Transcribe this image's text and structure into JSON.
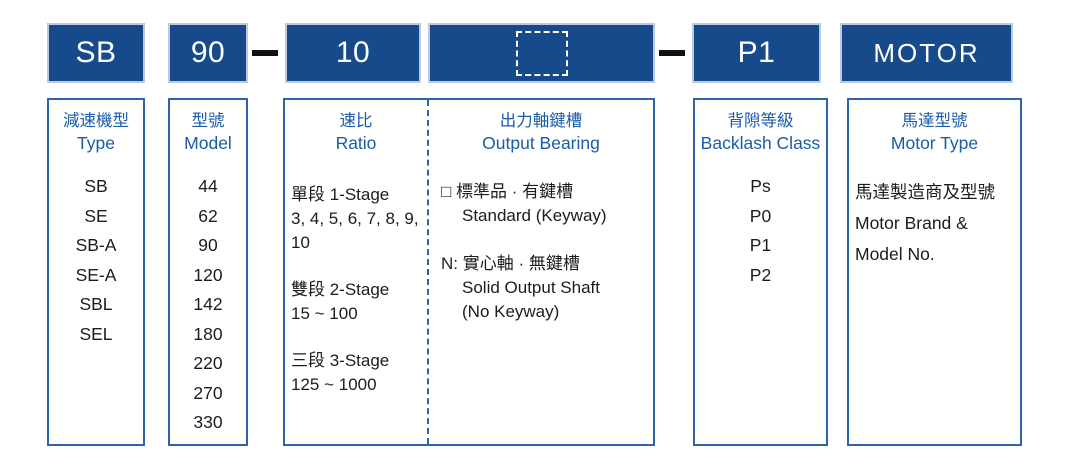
{
  "code": {
    "type": "SB",
    "model": "90",
    "separator": "–",
    "ratio": "10",
    "backlash": "P1",
    "motor": "MOTOR"
  },
  "columns": {
    "type": {
      "title_zh": "減速機型",
      "title_en": "Type",
      "items": [
        "SB",
        "SE",
        "SB-A",
        "SE-A",
        "SBL",
        "SEL"
      ]
    },
    "model": {
      "title_zh": "型號",
      "title_en": "Model",
      "items": [
        "44",
        "62",
        "90",
        "120",
        "142",
        "180",
        "220",
        "270",
        "330"
      ]
    },
    "ratio": {
      "title_zh": "速比",
      "title_en": "Ratio",
      "groups": [
        {
          "heading": "單段 1-Stage",
          "values": "3, 4, 5, 6, 7, 8, 9, 10"
        },
        {
          "heading": "雙段 2-Stage",
          "values": "15 ~ 100"
        },
        {
          "heading": "三段 3-Stage",
          "values": "125 ~ 1000"
        }
      ]
    },
    "output_bearing": {
      "title_zh": "出力軸鍵槽",
      "title_en": "Output Bearing",
      "options": [
        {
          "marker": "□",
          "zh": "標準品 · 有鍵槽",
          "en_lines": [
            "Standard (Keyway)"
          ]
        },
        {
          "marker": "N:",
          "zh": "實心軸 · 無鍵槽",
          "en_lines": [
            "Solid Output Shaft",
            "(No Keyway)"
          ]
        }
      ]
    },
    "backlash": {
      "title_zh": "背隙等級",
      "title_en": "Backlash Class",
      "items": [
        "Ps",
        "P0",
        "P1",
        "P2"
      ]
    },
    "motor": {
      "title_zh": "馬達型號",
      "title_en": "Motor Type",
      "lines": [
        "馬達製造商及型號",
        "Motor Brand &",
        "Model No."
      ]
    }
  },
  "colors": {
    "box_fill": "#164a8a",
    "header_text": "#1a5ca8",
    "border": "#2f64a8",
    "dash": "#111111"
  }
}
